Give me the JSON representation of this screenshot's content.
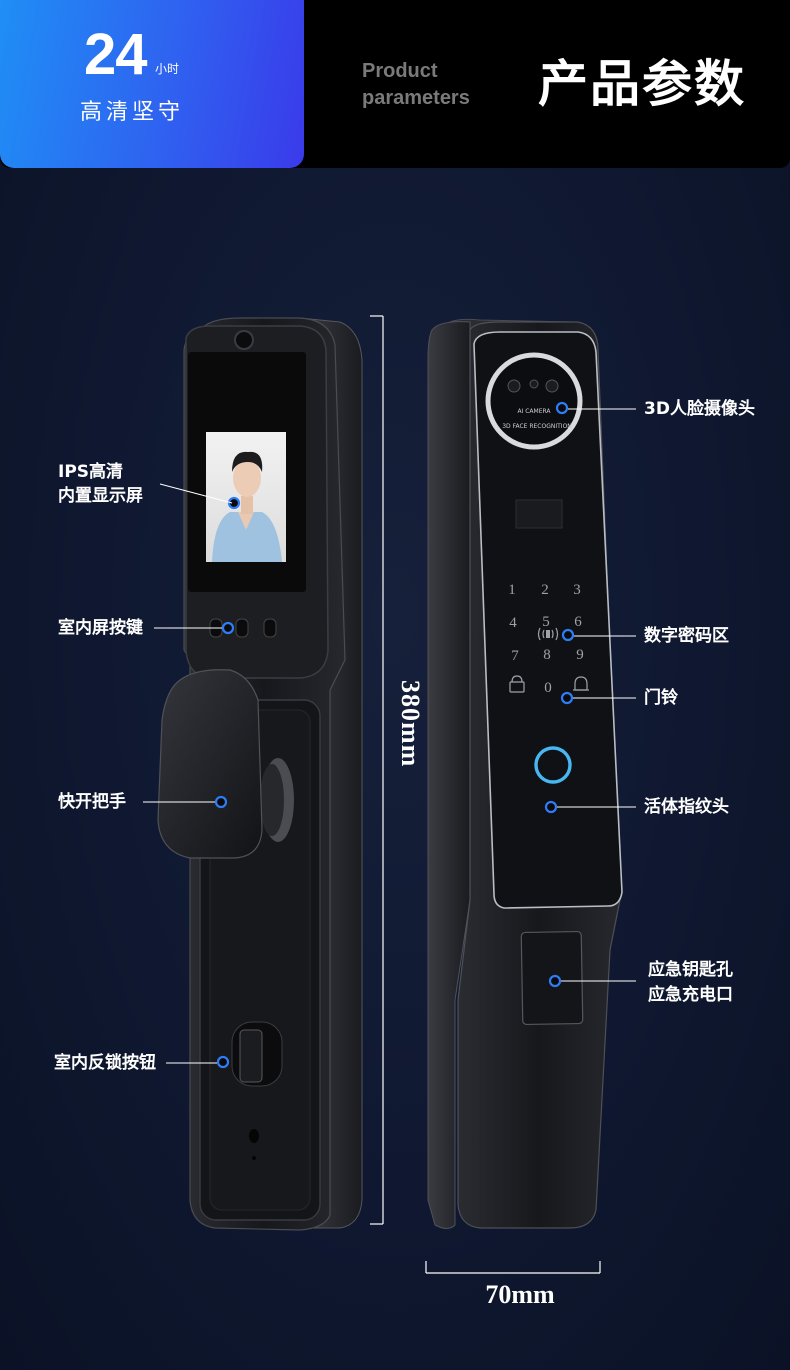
{
  "header": {
    "hours_number": "24",
    "hours_unit": "小时",
    "badge_subtitle": "高清坚守",
    "title_en": "Product parameters",
    "title_cn": "产品参数"
  },
  "camera_labels": [
    "AI CAMERA",
    "3D FACE RECOGNITION"
  ],
  "keypad": {
    "keys": [
      "1",
      "2",
      "3",
      "4",
      "5",
      "6",
      "7",
      "8",
      "9",
      "0"
    ]
  },
  "labels": {
    "ips_line1": "IPS高清",
    "ips_line2": "内置显示屏",
    "indoor_screen_button": "室内屏按键",
    "quick_handle": "快开把手",
    "indoor_lock_button": "室内反锁按钮",
    "face_camera": "3D人脸摄像头",
    "password_area": "数字密码区",
    "doorbell": "门铃",
    "fingerprint": "活体指纹头",
    "emergency_line1": "应急钥匙孔",
    "emergency_line2": "应急充电口"
  },
  "dimensions": {
    "height": "380mm",
    "width": "70mm"
  },
  "colors": {
    "badge_start": "#1f8ef5",
    "badge_end": "#3a3bea",
    "marker": "#2f7df6",
    "background": "#0f1830"
  }
}
